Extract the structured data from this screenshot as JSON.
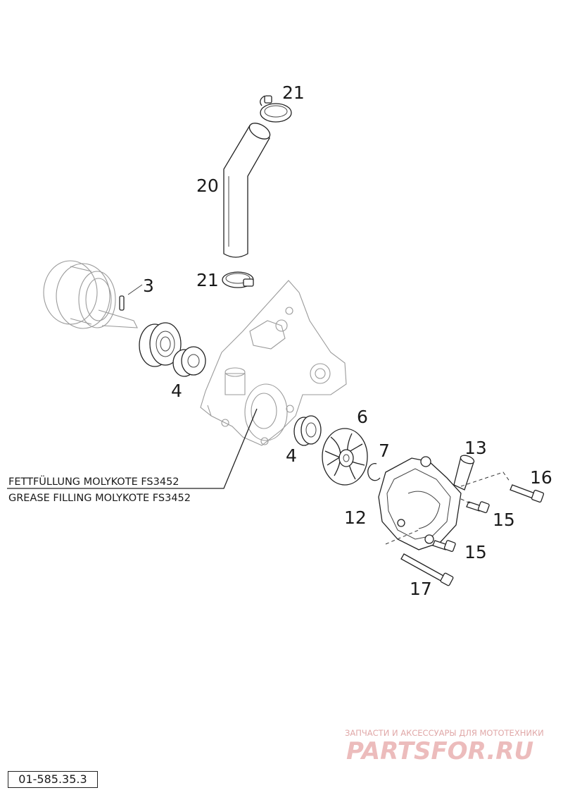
{
  "callouts": {
    "c21_top": "21",
    "c20": "20",
    "c21_bottom": "21",
    "c3": "3",
    "c4_left": "4",
    "c6": "6",
    "c7": "7",
    "c4_right": "4",
    "c13": "13",
    "c16": "16",
    "c12": "12",
    "c15_upper": "15",
    "c15_lower": "15",
    "c17": "17"
  },
  "notes": {
    "grease_de": "FETTFÜLLUNG MOLYKOTE FS3452",
    "grease_en": "GREASE FILLING MOLYKOTE FS3452"
  },
  "watermark": {
    "tagline": "ЗАПЧАСТИ И АКСЕССУАРЫ ДЛЯ МОТОТЕХНИКИ",
    "brand": "PARTSFOR.RU"
  },
  "drawing_id": "01-585.35.3",
  "colors": {
    "line": "#222222",
    "watermark": "#ecbcbc"
  }
}
